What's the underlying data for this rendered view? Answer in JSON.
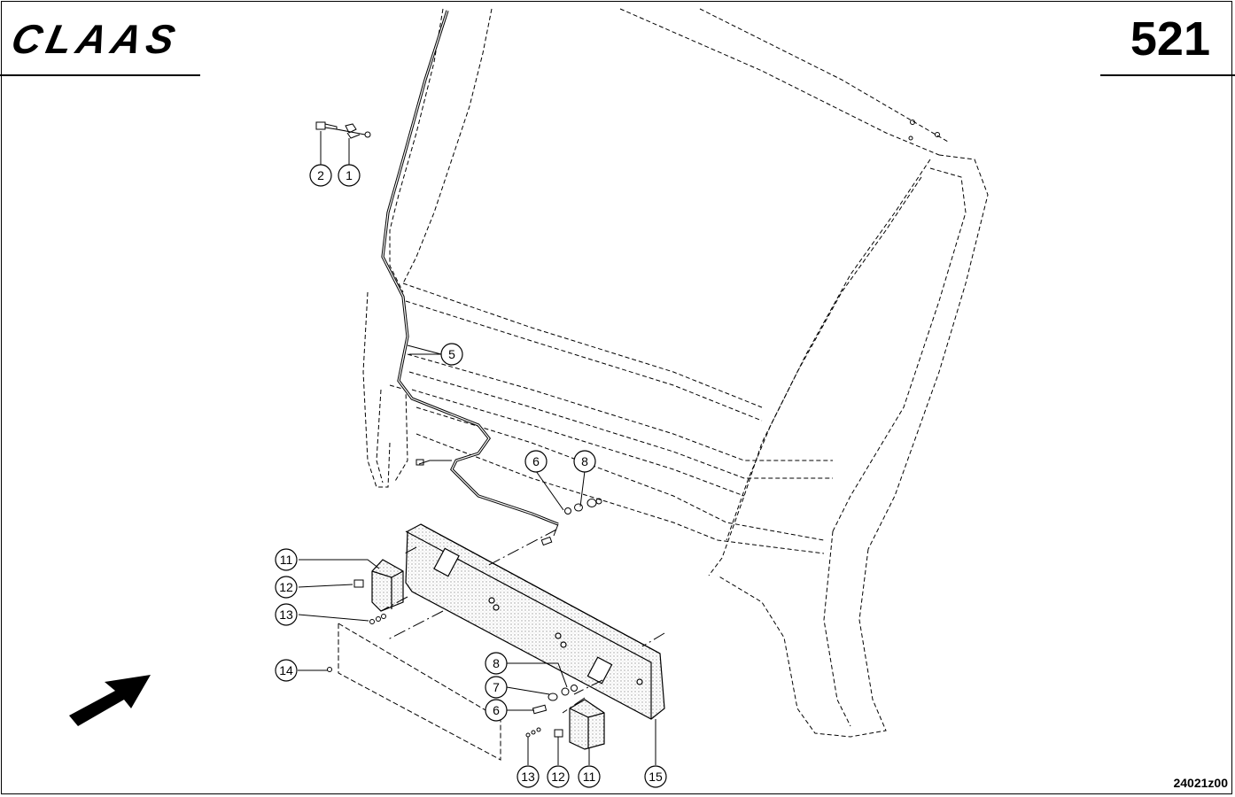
{
  "header": {
    "brand": "CLAAS",
    "page_number": "521"
  },
  "footer": {
    "drawing_code": "24021z00"
  },
  "callouts": [
    {
      "id": "c2a",
      "label": "2"
    },
    {
      "id": "c1a",
      "label": "1"
    },
    {
      "id": "c5",
      "label": "5"
    },
    {
      "id": "c6a",
      "label": "6"
    },
    {
      "id": "c8a",
      "label": "8"
    },
    {
      "id": "c11a",
      "label": "11"
    },
    {
      "id": "c12a",
      "label": "12"
    },
    {
      "id": "c13a",
      "label": "13"
    },
    {
      "id": "c14",
      "label": "14"
    },
    {
      "id": "c8b",
      "label": "8"
    },
    {
      "id": "c7",
      "label": "7"
    },
    {
      "id": "c6b",
      "label": "6"
    },
    {
      "id": "c13b",
      "label": "13"
    },
    {
      "id": "c12b",
      "label": "12"
    },
    {
      "id": "c11b",
      "label": "11"
    },
    {
      "id": "c15",
      "label": "15"
    }
  ],
  "colors": {
    "line": "#000000",
    "paper": "#ffffff",
    "stipple": "#bdbdbd"
  }
}
